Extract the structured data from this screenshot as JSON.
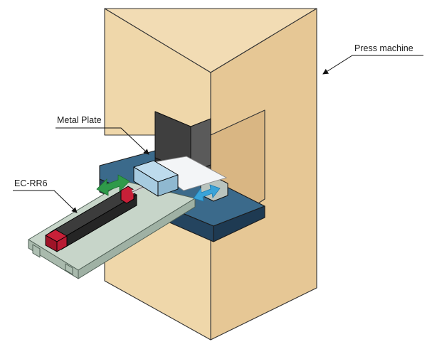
{
  "labels": {
    "press_machine": "Press machine",
    "metal_plate": "Metal Plate",
    "actuator": "EC-RR6"
  },
  "colors": {
    "press_face": "#efd7aa",
    "press_side": "#e4c594",
    "press_inner": "#d7b581",
    "die_dark": "#23425e",
    "die_top": "#3a6a8c",
    "ram": "#3d3d3d",
    "ram_side": "#575757",
    "table": "#c4d2c6",
    "table_side": "#9fb2a4",
    "actuator_body": "#2b2b2b",
    "actuator_end": "#b81c34",
    "gripper": "#a9cde2",
    "plate": "#f4f6f8",
    "arrow_green": "#2f9a4a",
    "arrow_blue": "#3aa3d8"
  }
}
